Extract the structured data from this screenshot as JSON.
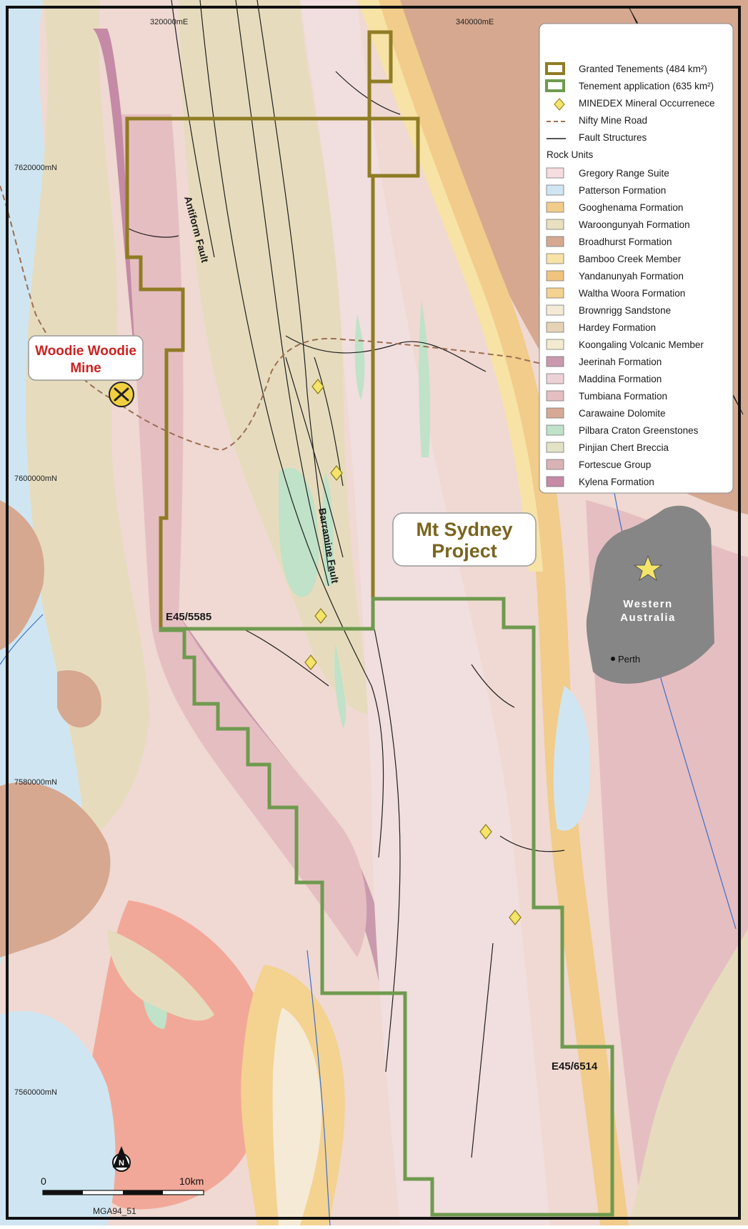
{
  "grid_labels": {
    "e320": "320000mE",
    "e340": "340000mE",
    "n7620": "7620000mN",
    "n7600": "7600000mN",
    "n7580": "7580000mN",
    "n7560": "7560000mN"
  },
  "map_labels": {
    "antiform_fault": "Antiform Fault",
    "barramine_fault": "Barramine Fault",
    "tenement_granted": "E45/5585",
    "tenement_application": "E45/6514"
  },
  "mine_callout": {
    "line1": "Woodie Woodie",
    "line2": "Mine"
  },
  "project_callout": {
    "line1": "Mt Sydney",
    "line2": "Project"
  },
  "inset": {
    "region_line1": "Western",
    "region_line2": "Australia",
    "city": "Perth"
  },
  "scale_bar": {
    "start_label": "0",
    "end_label": "10km",
    "projection": "MGA94_51"
  },
  "north_arrow": {
    "label": "N"
  },
  "legend": {
    "granted": "Granted Tenements (484 km²)",
    "application": "Tenement application (635 km²)",
    "minedex": "MINEDEX Mineral Occurrenece",
    "road": "Nifty Mine Road",
    "fault": "Fault Structures",
    "rock_units_heading": "Rock Units",
    "rock_units": [
      {
        "name": "Gregory Range Suite",
        "color": "#f6dde0"
      },
      {
        "name": "Patterson Formation",
        "color": "#cfe6f2"
      },
      {
        "name": "Googhenama Formation",
        "color": "#f1cc8a"
      },
      {
        "name": "Waroongunyah Formation",
        "color": "#e8e0c0"
      },
      {
        "name": "Broadhurst Formation",
        "color": "#d6a890"
      },
      {
        "name": "Bamboo Creek Member",
        "color": "#f7e3a6"
      },
      {
        "name": "Yandanunyah Formation",
        "color": "#f0c47e"
      },
      {
        "name": "Waltha Woora Formation",
        "color": "#f4d290"
      },
      {
        "name": "Brownrigg Sandstone",
        "color": "#f5ead6"
      },
      {
        "name": "Hardey Formation",
        "color": "#e6d3b5"
      },
      {
        "name": "Koongaling Volcanic Member",
        "color": "#f3ebcf"
      },
      {
        "name": "Jeerinah Formation",
        "color": "#c99aae"
      },
      {
        "name": "Maddina Formation",
        "color": "#ecd2d6"
      },
      {
        "name": "Tumbiana Formation",
        "color": "#e5bec2"
      },
      {
        "name": "Carawaine Dolomite",
        "color": "#d8a896"
      },
      {
        "name": "Pilbara Craton Greenstones",
        "color": "#bfe2c8"
      },
      {
        "name": "Pinjian Chert Breccia",
        "color": "#e4e2c4"
      },
      {
        "name": "Fortescue Group",
        "color": "#d9b2b6"
      },
      {
        "name": "Kylena Formation",
        "color": "#c48aa6"
      }
    ]
  },
  "colors": {
    "granted_outline": "#8f7c24",
    "application_outline": "#6f9a4f",
    "mine_text": "#cc2222",
    "project_text": "#7a6520",
    "minedex_marker": "#f4e46a",
    "road": "#9c6f52",
    "inset_land": "#868686"
  }
}
